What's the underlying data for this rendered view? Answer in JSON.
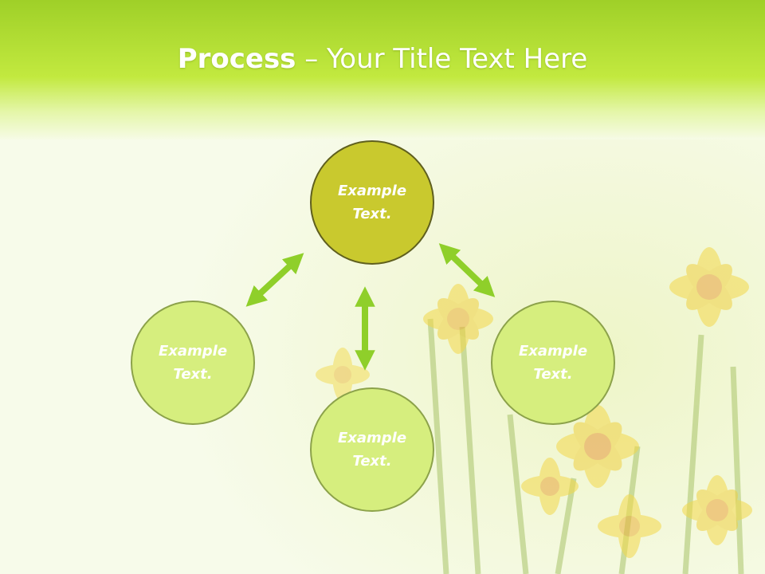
{
  "title": {
    "bold": "Process",
    "rest": " – Your Title Text Here"
  },
  "nodes": [
    {
      "line1": "Example",
      "line2": "Text."
    },
    {
      "line1": "Example",
      "line2": "Text."
    },
    {
      "line1": "Example",
      "line2": "Text."
    },
    {
      "line1": "Example",
      "line2": "Text."
    }
  ],
  "colors": {
    "header_green": "#b9e233",
    "arrow_green": "#8fcf2a",
    "top_node": "#c9c92e",
    "other_nodes": "#d6ee7e"
  }
}
